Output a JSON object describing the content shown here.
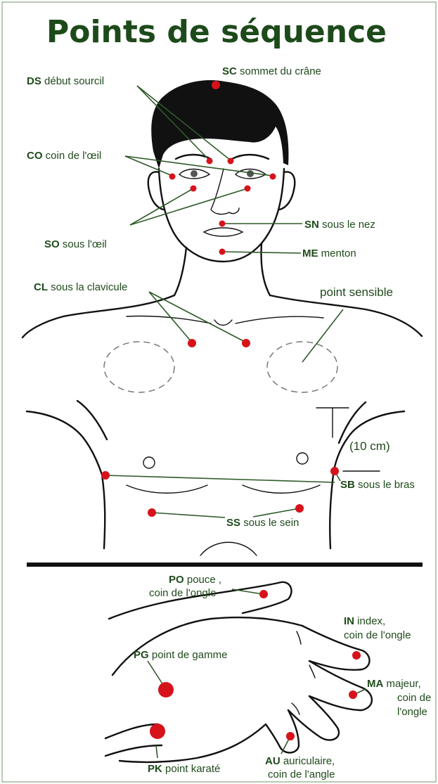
{
  "title": "Points de séquence",
  "colors": {
    "label": "#1f4a1b",
    "title": "#1d4a1a",
    "point": "#d6121a",
    "leader": "#2e5a28"
  },
  "points": {
    "sc": {
      "abbr": "SC",
      "text": "sommet du crâne"
    },
    "ds": {
      "abbr": "DS",
      "text": "début sourcil"
    },
    "co": {
      "abbr": "CO",
      "text": "coin de l'œil"
    },
    "sn": {
      "abbr": "SN",
      "text": "sous le nez"
    },
    "so": {
      "abbr": "SO",
      "text": "sous l'œil"
    },
    "me": {
      "abbr": "ME",
      "text": "menton"
    },
    "cl": {
      "abbr": "CL",
      "text": "sous la clavicule"
    },
    "sb": {
      "abbr": "SB",
      "text": "sous le bras"
    },
    "ss": {
      "abbr": "SS",
      "text": "sous le sein"
    },
    "po": {
      "abbr": "PO",
      "text": "pouce ,",
      "text2": "coin de l'ongle"
    },
    "in": {
      "abbr": "IN",
      "text": "index,",
      "text2": "coin de l'ongle"
    },
    "pg": {
      "abbr": "PG",
      "text": "point de gamme"
    },
    "ma": {
      "abbr": "MA",
      "text": "majeur,",
      "text2": "coin de",
      "text3": "l'ongle"
    },
    "pk": {
      "abbr": "PK",
      "text": "point karaté"
    },
    "au": {
      "abbr": "AU",
      "text": "auriculaire,",
      "text2": "coin de l'angle"
    }
  },
  "point_sensible": "point sensible",
  "measure": "(10 cm)"
}
